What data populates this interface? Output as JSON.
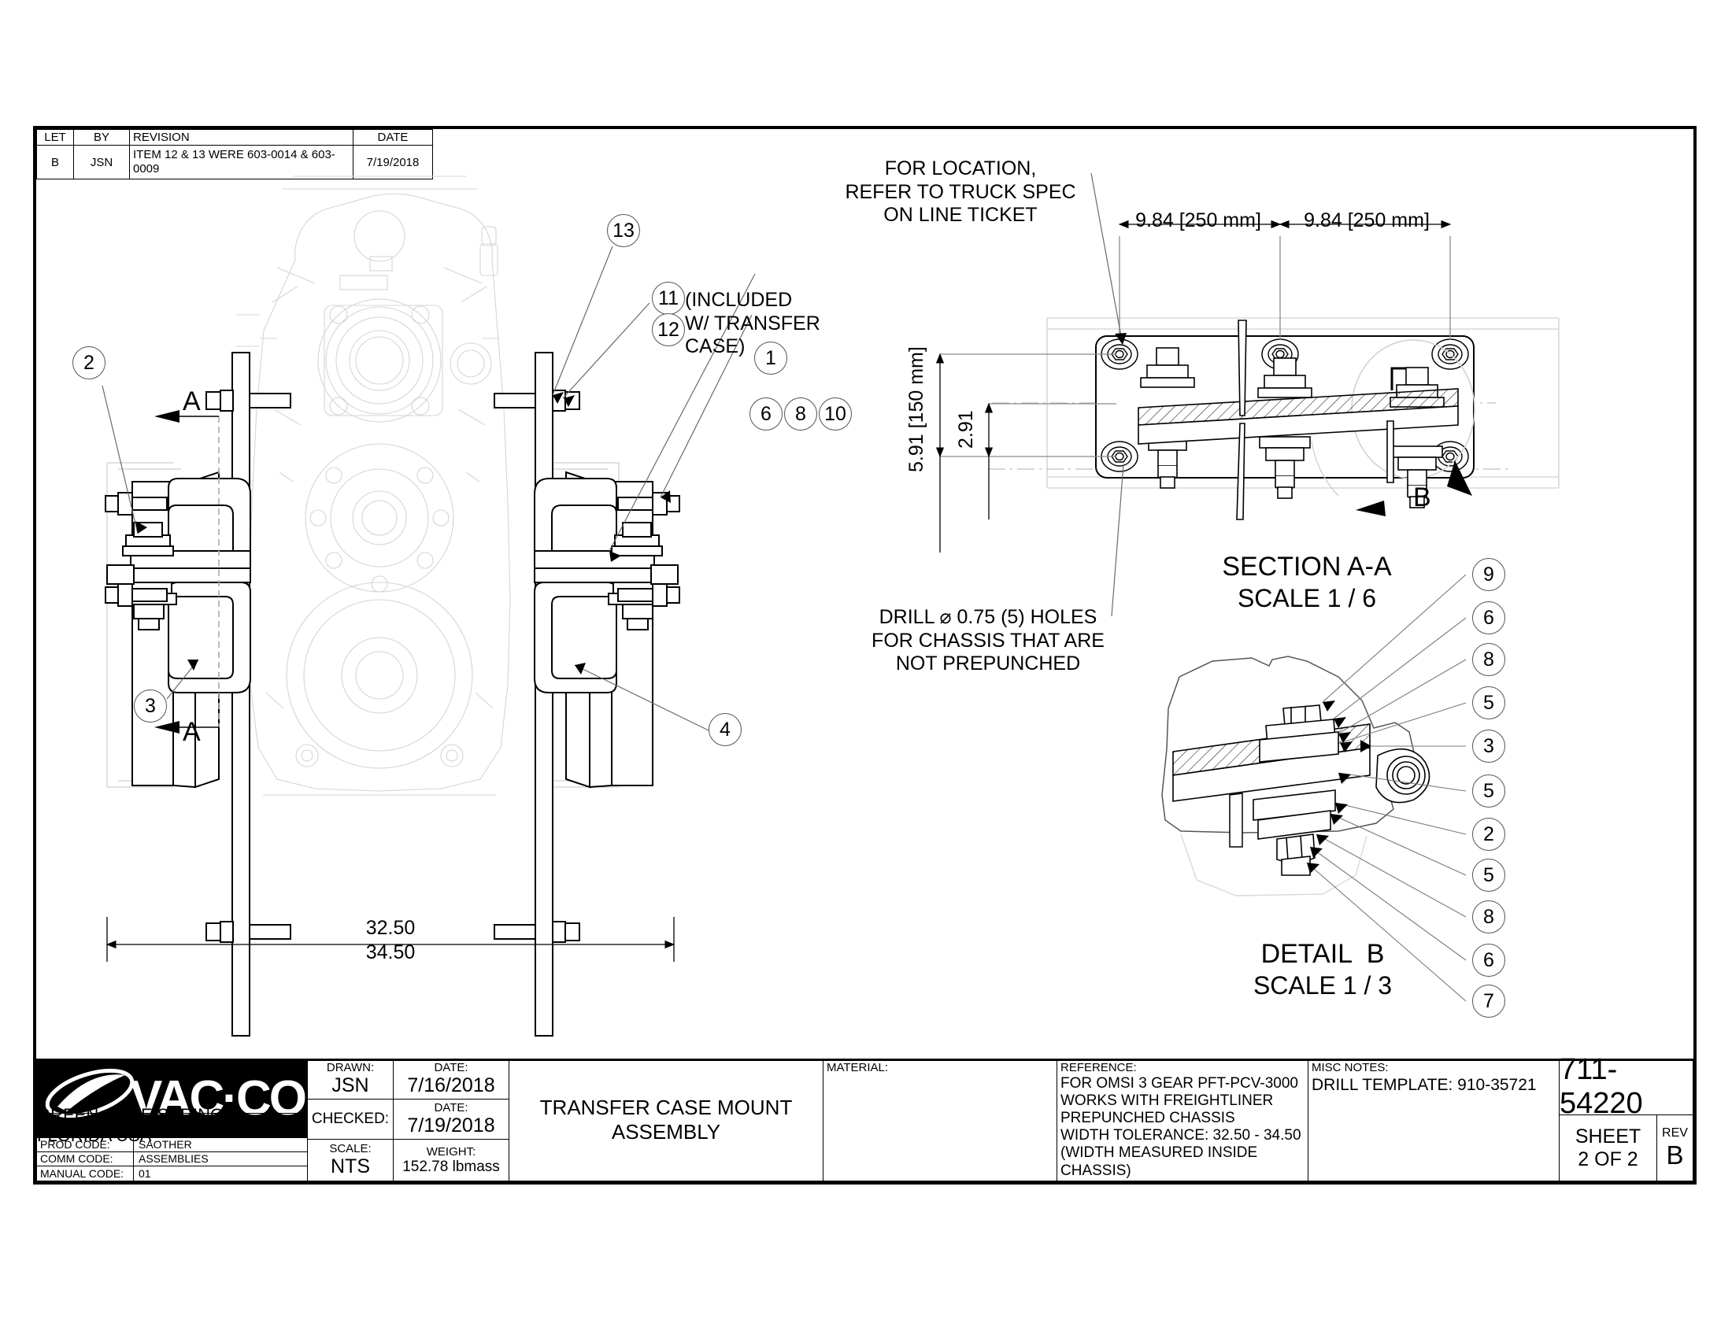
{
  "revision_table": {
    "headers": [
      "LET",
      "BY",
      "REVISION",
      "DATE"
    ],
    "rows": [
      {
        "let": "B",
        "by": "JSN",
        "revision": "ITEM 12 & 13 WERE 603-0014 & 603-0009",
        "date": "7/19/2018"
      }
    ]
  },
  "front_view": {
    "section_label_top": "A",
    "section_label_bottom": "A",
    "balloons": [
      {
        "id": "b13",
        "label": "13"
      },
      {
        "id": "b11",
        "label": "11"
      },
      {
        "id": "b12",
        "label": "12"
      },
      {
        "id": "b1",
        "label": "1"
      },
      {
        "id": "b6",
        "label": "6"
      },
      {
        "id": "b8",
        "label": "8"
      },
      {
        "id": "b10",
        "label": "10"
      },
      {
        "id": "b2",
        "label": "2"
      },
      {
        "id": "b3",
        "label": "3"
      },
      {
        "id": "b4",
        "label": "4"
      }
    ],
    "note_included": "(INCLUDED\nW/ TRANSFER\nCASE)",
    "dimension_upper": "32.50",
    "dimension_lower": "34.50"
  },
  "section_aa": {
    "title": "SECTION A-A",
    "scale": "SCALE 1 / 6",
    "note_location": "FOR LOCATION,\nREFER TO TRUCK SPEC\nON LINE TICKET",
    "note_drill": "DRILL ⌀ 0.75 (5) HOLES\nFOR CHASSIS THAT ARE\nNOT PREPUNCHED",
    "dim_horiz_left": "9.84 [250 mm]",
    "dim_horiz_right": "9.84 [250 mm]",
    "dim_vert_outer": "5.91 [150 mm]",
    "dim_vert_inner": "2.91",
    "detail_marker": "B",
    "detail_circle_tick": "L"
  },
  "detail_b": {
    "title": "DETAIL  B",
    "scale": "SCALE 1 / 3",
    "balloons": [
      "9",
      "6",
      "8",
      "5",
      "3",
      "5",
      "2",
      "5",
      "8",
      "6",
      "7"
    ]
  },
  "title_block": {
    "logo_word": "VAC·CON",
    "city": "GREEN COVE SPRINGS, FLORIDA USA",
    "prod_code_label": "PROD CODE:",
    "prod_code_value": "SAOTHER",
    "comm_code_label": "COMM CODE:",
    "comm_code_value": "ASSEMBLIES",
    "manual_code_label": "MANUAL CODE:",
    "manual_code_value": "01",
    "drawn_label": "DRAWN:",
    "drawn_value": "JSN",
    "drawn_date_label": "DATE:",
    "drawn_date_value": "7/16/2018",
    "checked_label": "CHECKED:",
    "checked_value": "",
    "checked_date_label": "DATE:",
    "checked_date_value": "7/19/2018",
    "scale_label": "SCALE:",
    "scale_value": "NTS",
    "weight_label": "WEIGHT:",
    "weight_value": "152.78 lbmass",
    "drawing_title": "TRANSFER CASE MOUNT ASSEMBLY",
    "material_label": "MATERIAL:",
    "material_value": "",
    "reference_label": "REFERENCE:",
    "reference_lines": [
      "FOR OMSI 3 GEAR PFT-PCV-3000",
      "WORKS WITH FREIGHTLINER",
      "PREPUNCHED CHASSIS",
      "WIDTH TOLERANCE: 32.50 - 34.50",
      "(WIDTH MEASURED INSIDE CHASSIS)"
    ],
    "misc_notes_label": "MISC NOTES:",
    "misc_notes_value": "DRILL TEMPLATE: 910-35721",
    "drawing_number": "711-54220",
    "sheet_label": "SHEET",
    "sheet_value": "2  OF 2",
    "rev_label": "REV",
    "rev_value": "B"
  },
  "colors": {
    "line": "#000000",
    "phantom": "#d8d8d8",
    "leader": "#6a6a6a"
  }
}
